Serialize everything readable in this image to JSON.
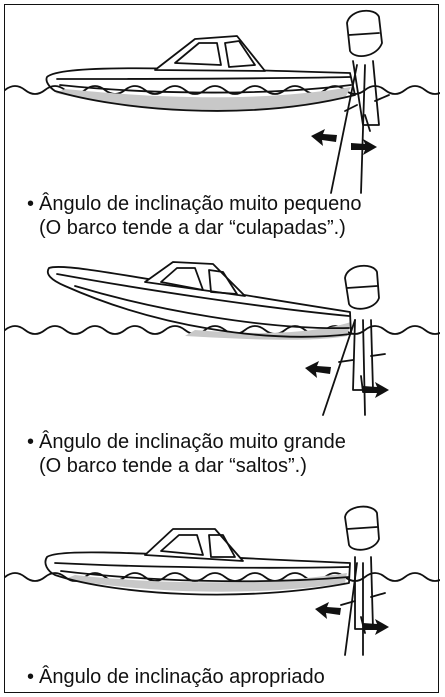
{
  "figure": {
    "panels": [
      {
        "id": "too-small",
        "caption_line1": "Ângulo de inclinação muito pequeno",
        "caption_line2": "(O barco tende a dar “culapadas”.)"
      },
      {
        "id": "too-large",
        "caption_line1": "Ângulo de inclinação muito grande",
        "caption_line2": "(O barco tende a dar “saltos”.)"
      },
      {
        "id": "appropriate",
        "caption_line1": "Ângulo de inclinação apropriado",
        "caption_line2": ""
      }
    ],
    "bullet": "•",
    "colors": {
      "ink": "#111111",
      "hull_shade": "#bdbdbd",
      "background": "#ffffff"
    }
  }
}
